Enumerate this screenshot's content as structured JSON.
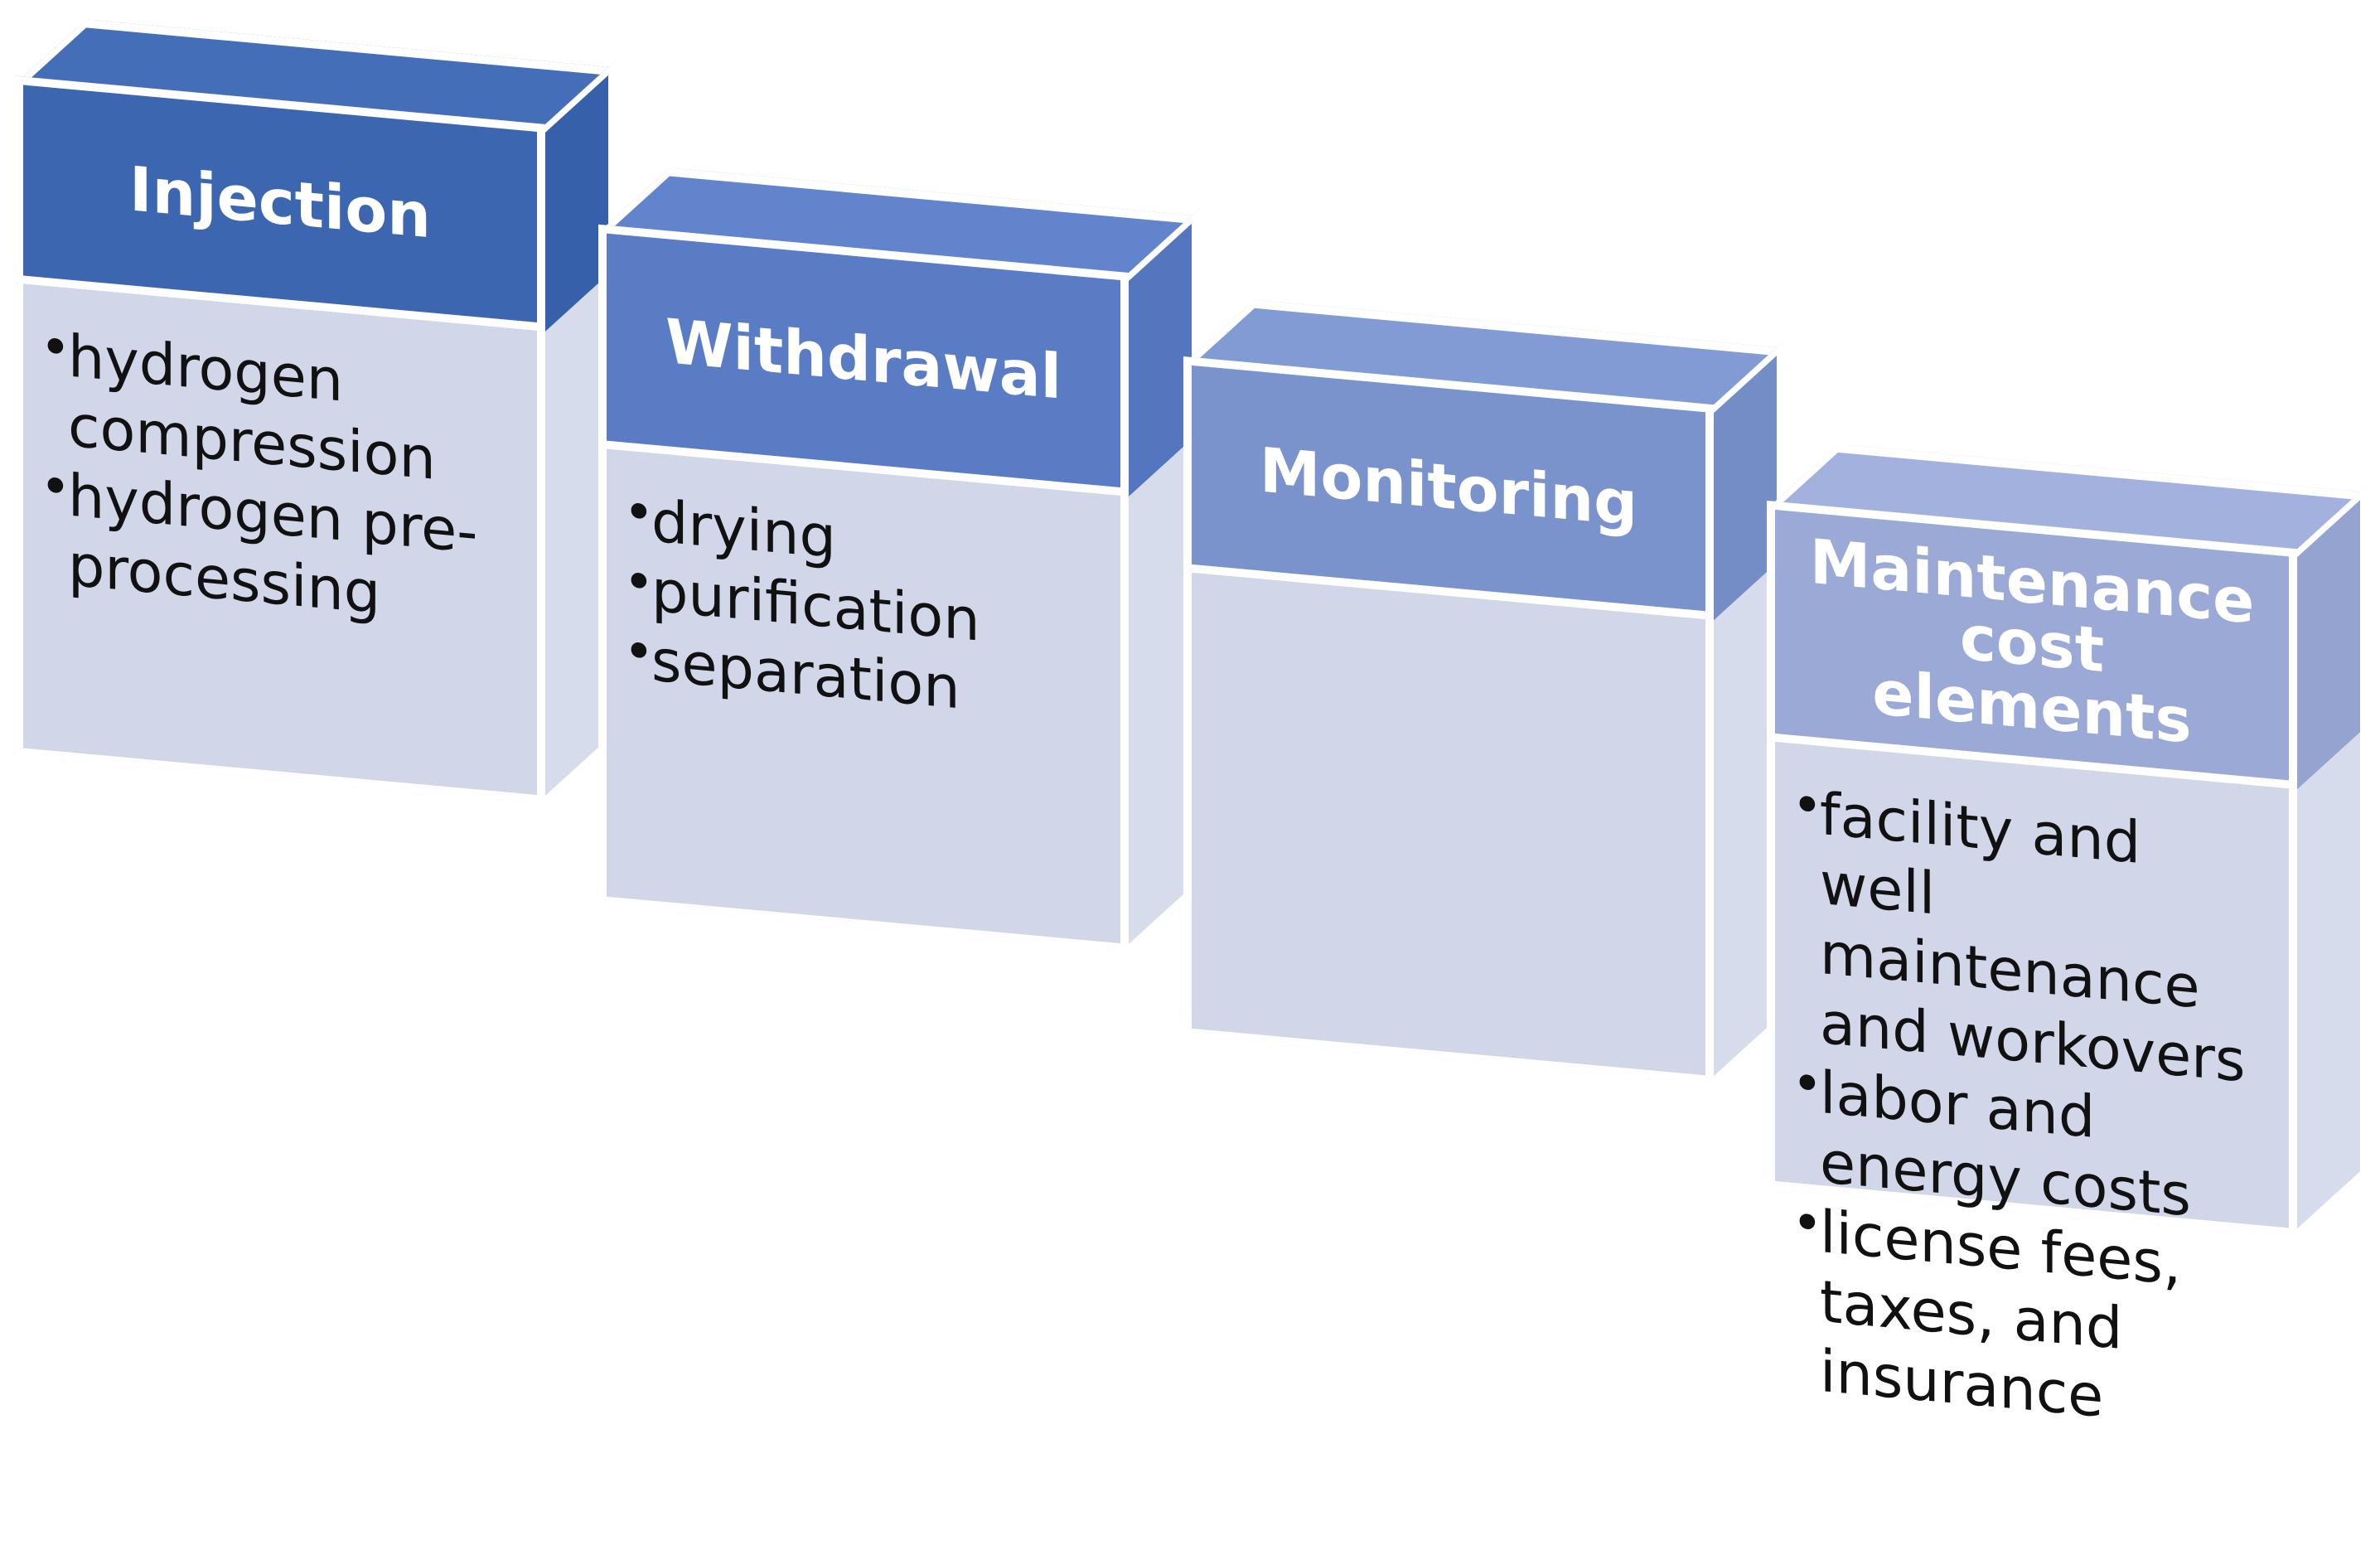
{
  "colors": {
    "stage1": "#3d66b0",
    "stage2": "#5a7cc5",
    "stage3": "#7b93cc",
    "stage4": "#9aa9d6",
    "body": "#d1d7e8"
  },
  "stages": [
    {
      "title": "Injection",
      "items": [
        "hydrogen compression",
        "hydrogen pre-processing"
      ]
    },
    {
      "title": "Withdrawal",
      "items": [
        "drying",
        "purification",
        "separation"
      ]
    },
    {
      "title": "Monitoring",
      "items": []
    },
    {
      "title": "Maintenance cost elements",
      "items": [
        "facility and well maintenance and workovers",
        "labor and energy costs",
        "license fees, taxes, and insurance"
      ]
    }
  ]
}
